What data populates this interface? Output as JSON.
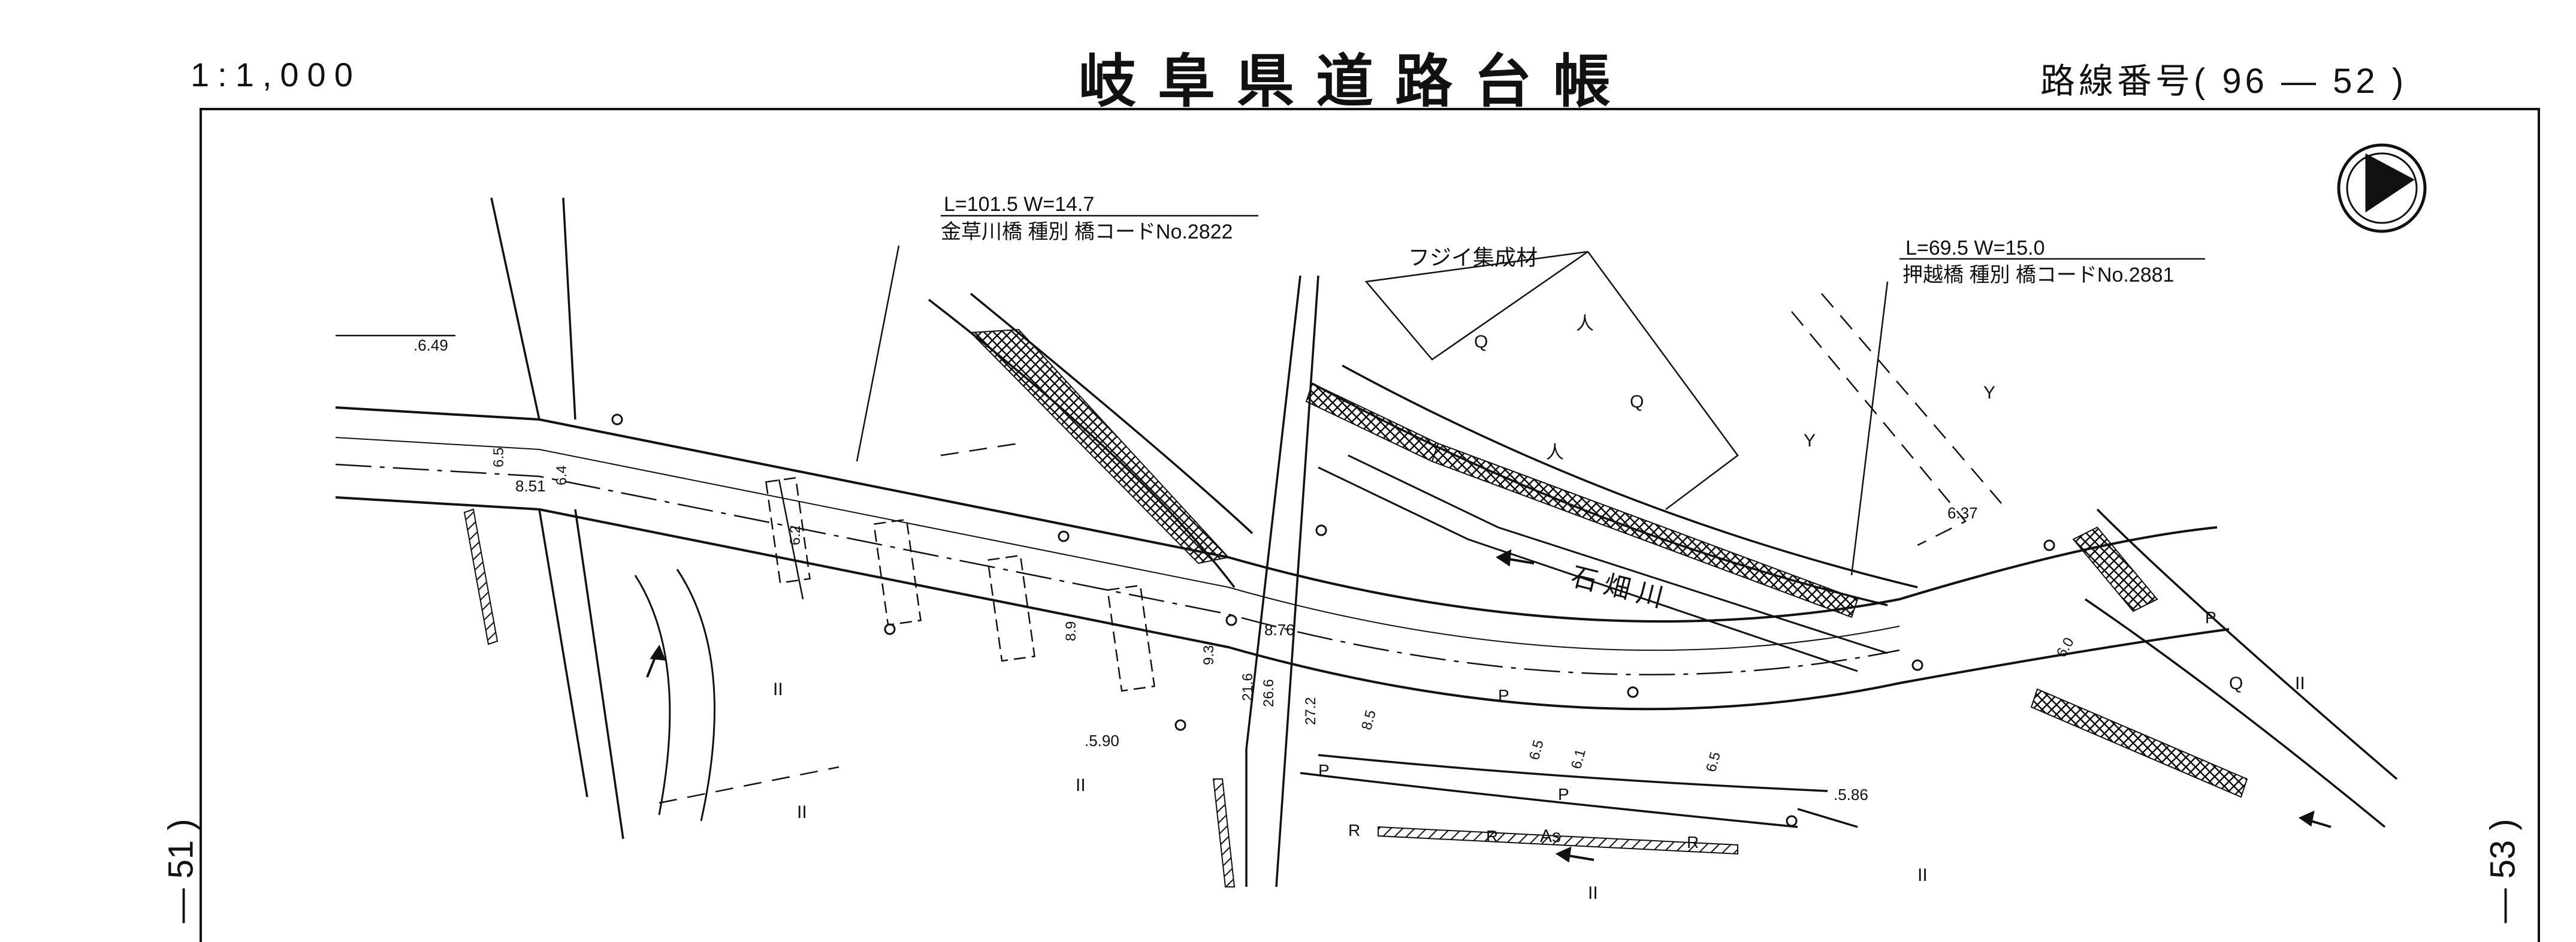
{
  "header": {
    "scale": "1:1,000",
    "title": "岐阜県道路台帳",
    "route_label": "路線番号( 96 — 52 )"
  },
  "side_labels": {
    "left": "— 51 )",
    "right": "— 53 )"
  },
  "map": {
    "bridge1": {
      "dims": "L=101.5  W=14.7",
      "info": "金草川橋 種別 橋コードNo.2822"
    },
    "bridge2": {
      "dims": "L=69.5  W=15.0",
      "info": "押越橋 種別 橋コードNo.2881"
    },
    "company": "フジイ集成材",
    "river": "石 畑 川",
    "surface": "As",
    "road_marks": [
      "R",
      "R",
      "R",
      "P",
      "P",
      "P",
      "P"
    ],
    "elevations": [
      ".6.49",
      ".5.90",
      ".5.86",
      "6.37"
    ],
    "widths": [
      "6.5",
      "8.51",
      "6.4",
      "6.2",
      "8.9",
      "9.3",
      "8.76",
      "21.6",
      "26.6",
      "27.2",
      "8.5",
      "6.5",
      "6.5",
      "6.1",
      "6.0"
    ],
    "legend_marks": [
      "Q",
      "Q",
      "Q",
      "人",
      "人",
      "Y",
      "Y",
      "II",
      "II",
      "II",
      "II",
      "II",
      "II"
    ],
    "north_arrow": "north-arrow-icon"
  }
}
